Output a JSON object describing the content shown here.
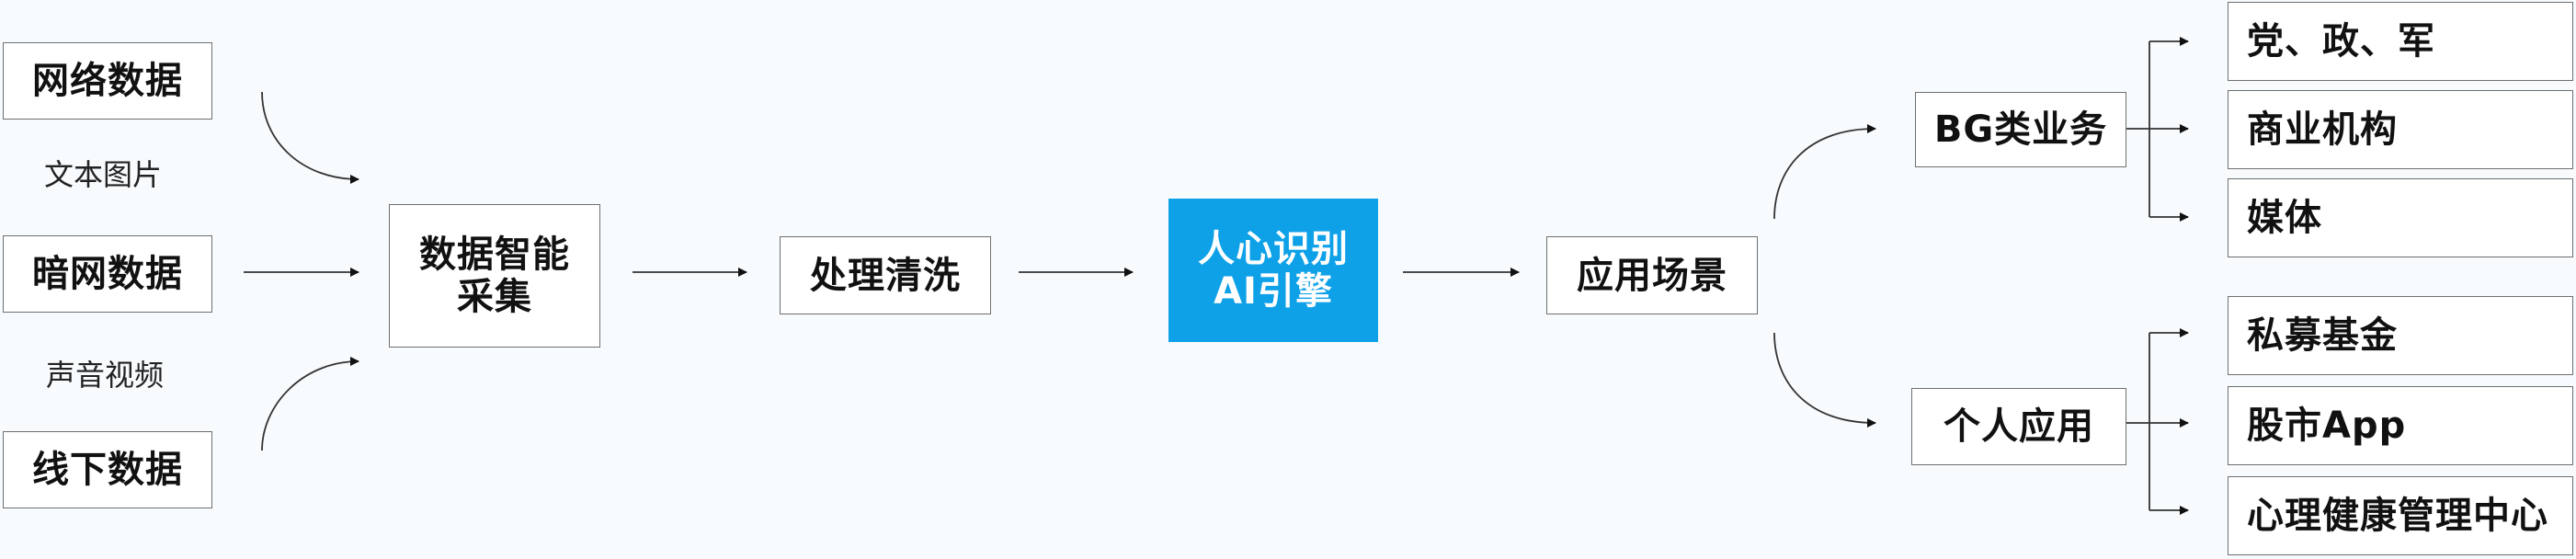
{
  "sources": [
    {
      "label": "网络数据",
      "sublabel": "文本图片"
    },
    {
      "label": "暗网数据",
      "sublabel": "声音视频"
    },
    {
      "label": "线下数据"
    }
  ],
  "collection": {
    "line1": "数据智能",
    "line2": "采集"
  },
  "processing": {
    "label": "处理清洗"
  },
  "engine": {
    "line1": "人心识别",
    "line2": "AI引擎",
    "color": "#0ea1e8"
  },
  "scenarios": {
    "label": "应用场景"
  },
  "branches": [
    {
      "label": "BG类业务",
      "targets": [
        "党、政、军",
        "商业机构",
        "媒体"
      ]
    },
    {
      "label": "个人应用",
      "targets": [
        "私募基金",
        "股市App",
        "心理健康管理中心"
      ]
    }
  ]
}
